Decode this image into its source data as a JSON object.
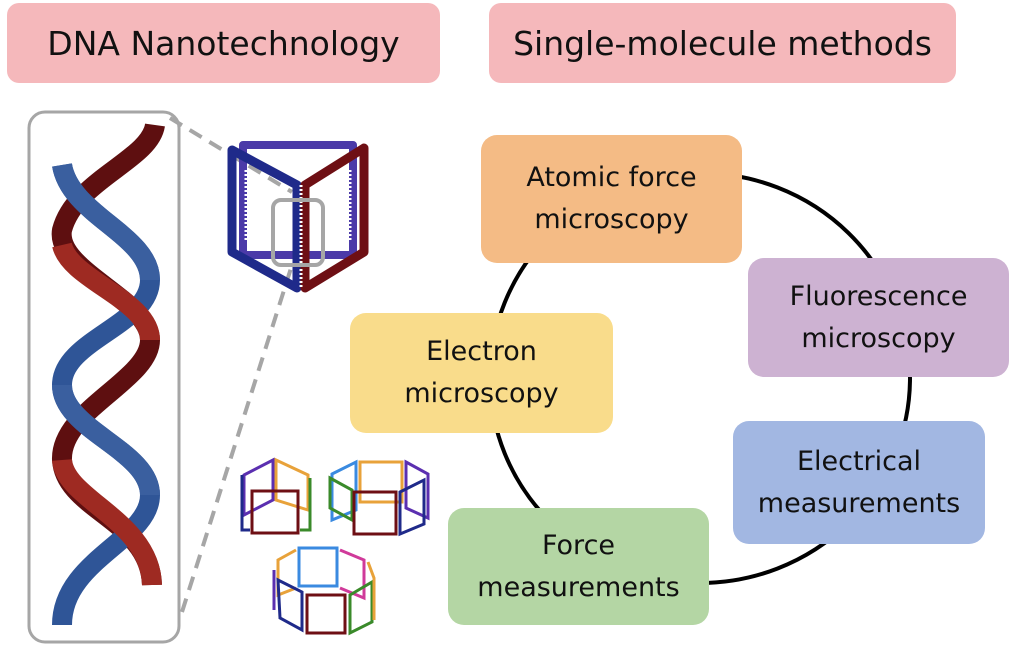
{
  "headers": {
    "left": "DNA Nanotechnology",
    "right": "Single-molecule methods"
  },
  "methods": [
    {
      "line1": "Atomic force",
      "line2": "microscopy",
      "color": "#f4bb85"
    },
    {
      "line1": "Fluorescence",
      "line2": "microscopy",
      "color": "#cdb2d2"
    },
    {
      "line1": "Electrical",
      "line2": "measurements",
      "color": "#a2b7e2"
    },
    {
      "line1": "Force",
      "line2": "measurements",
      "color": "#b4d6a4"
    },
    {
      "line1": "Electron",
      "line2": "microscopy",
      "color": "#f9dc8b"
    }
  ],
  "colors": {
    "header_bg": "#f5b8bb",
    "helix_blue": "#2f5597",
    "helix_red": "#9e2a22",
    "helix_dark_red": "#5e0f10",
    "frame_gray": "#a6a6a6"
  }
}
